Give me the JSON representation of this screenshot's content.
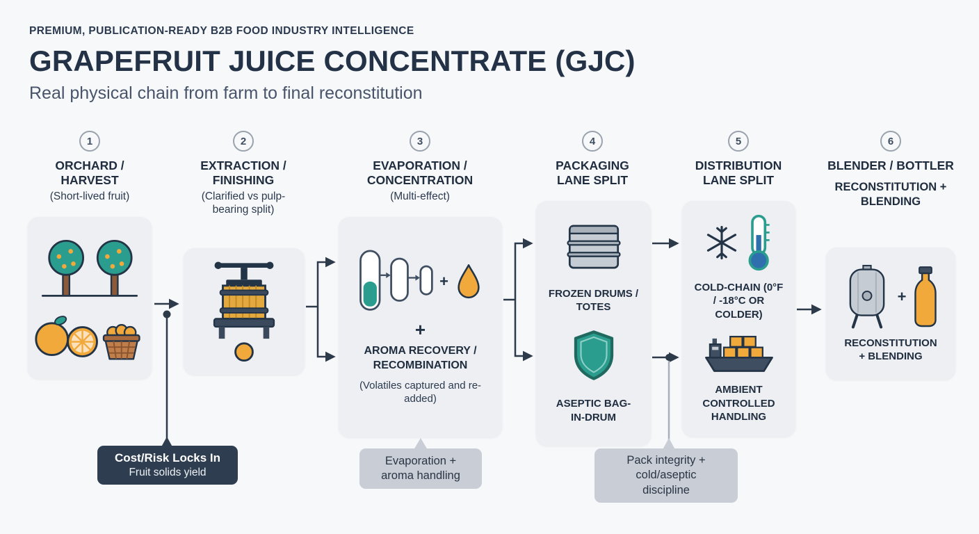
{
  "header": {
    "eyebrow": "PREMIUM, PUBLICATION-READY B2B FOOD INDUSTRY INTELLIGENCE",
    "title": "GRAPEFRUIT JUICE CONCENTRATE (GJC)",
    "subtitle": "Real physical chain from farm to final reconstitution"
  },
  "steps": [
    {
      "number": "1",
      "title": "ORCHARD / HARVEST",
      "note": "(Short-lived fruit)"
    },
    {
      "number": "2",
      "title": "EXTRACTION / FINISHING",
      "note": "(Clarified vs pulp-bearing split)"
    },
    {
      "number": "3",
      "title": "EVAPORATION / CONCENTRATION",
      "note": "(Multi-effect)",
      "icon_plus": "+",
      "section_plus": "+",
      "aroma_title": "AROMA RECOVERY / RECOMBINATION",
      "aroma_note": "(Volatiles captured and re-added)"
    },
    {
      "number": "4",
      "title": "PACKAGING LANE SPLIT",
      "lane_top": "FROZEN DRUMS / TOTES",
      "lane_bottom": "ASEPTIC BAG-IN-DRUM"
    },
    {
      "number": "5",
      "title": "DISTRIBUTION LANE SPLIT",
      "lane_top": "COLD-CHAIN (0°F / -18°C OR COLDER)",
      "lane_bottom": "AMBIENT CONTROLLED HANDLING"
    },
    {
      "number": "6",
      "title": "BLENDER / BOTTLER",
      "note_bold": "RECONSTITUTION + BLENDING",
      "icon_plus": "+",
      "card_label": "RECONSTITUTION + BLENDING"
    }
  ],
  "callouts": {
    "cost_risk": {
      "title": "Cost/Risk Locks In",
      "body": "Fruit solids yield"
    },
    "evaporation": {
      "body": "Evaporation + aroma handling"
    },
    "pack_integrity": {
      "body": "Pack integrity + cold/aseptic discipline"
    }
  },
  "icons": {
    "step1": [
      "grapefruit-trees-icon",
      "grapefruit-icon",
      "grapefruit-half-icon",
      "fruit-basket-icon"
    ],
    "step2": [
      "fruit-press-icon"
    ],
    "step3": [
      "multi-effect-evaporator-icon",
      "juice-droplet-icon"
    ],
    "step4": [
      "frozen-drum-icon",
      "aseptic-shield-icon"
    ],
    "step5": [
      "snowflake-icon",
      "thermometer-icon",
      "cargo-ship-icon"
    ],
    "step6": [
      "blending-tank-icon",
      "juice-bottle-icon"
    ]
  },
  "colors": {
    "background": "#f7f8fa",
    "ink": "#243447",
    "card": "#edeff3",
    "teal": "#2a9d8f",
    "orange": "#f2a93b",
    "steel": "#c6ccd4",
    "dark_callout": "#2e3e50",
    "gray_callout": "#c9cdd5"
  }
}
